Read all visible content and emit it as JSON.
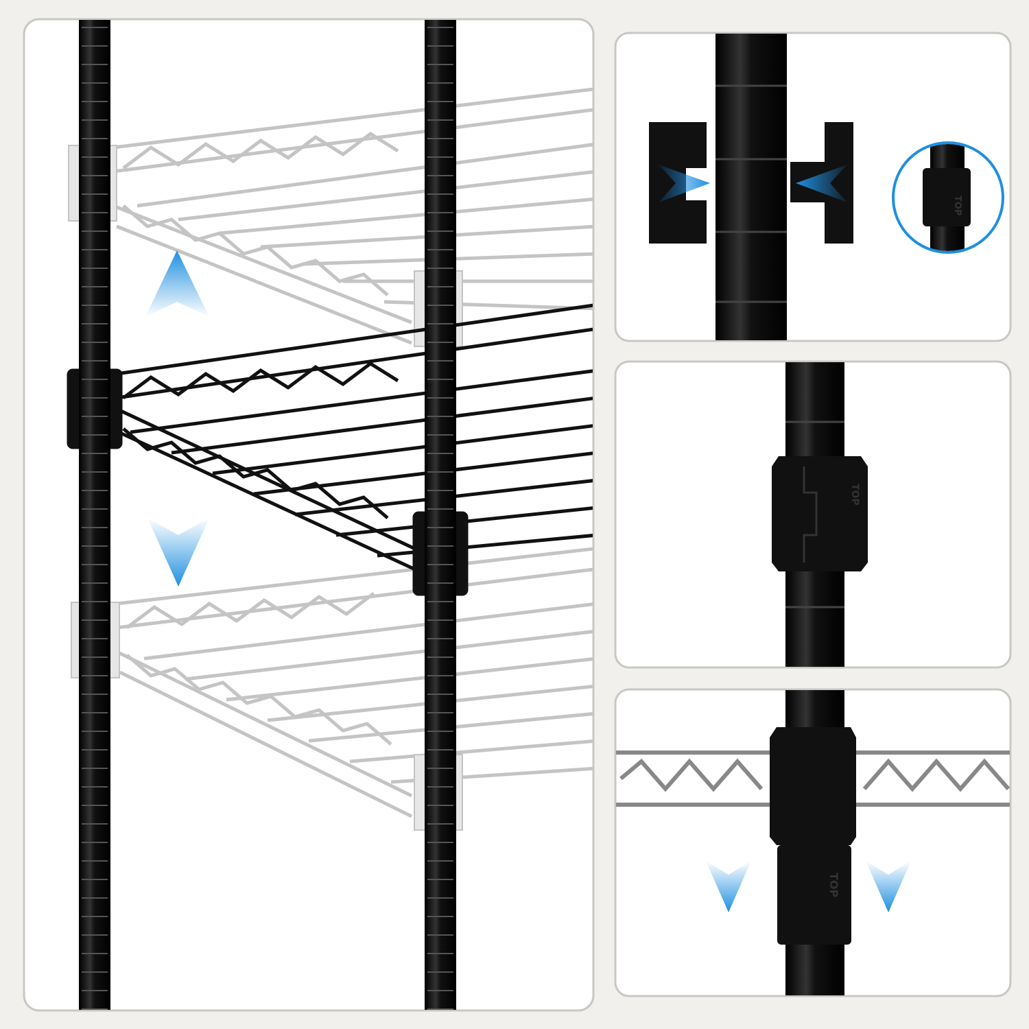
{
  "product_marking": "TOP",
  "colors": {
    "background": "#f2f0ed",
    "panel": "#ffffff",
    "panel_border": "#c9c7c4",
    "pole": "#0d0d0d",
    "shelf_gray": "#c4c4c4",
    "arrow_blue": "#2ea3e8"
  },
  "panels": {
    "main": {
      "arrows": [
        "up",
        "down"
      ]
    },
    "detail_1": {
      "arrows": [
        "right",
        "left"
      ],
      "inset_circle": true
    },
    "detail_2": {},
    "detail_3": {
      "arrows": [
        "down",
        "down"
      ]
    }
  }
}
